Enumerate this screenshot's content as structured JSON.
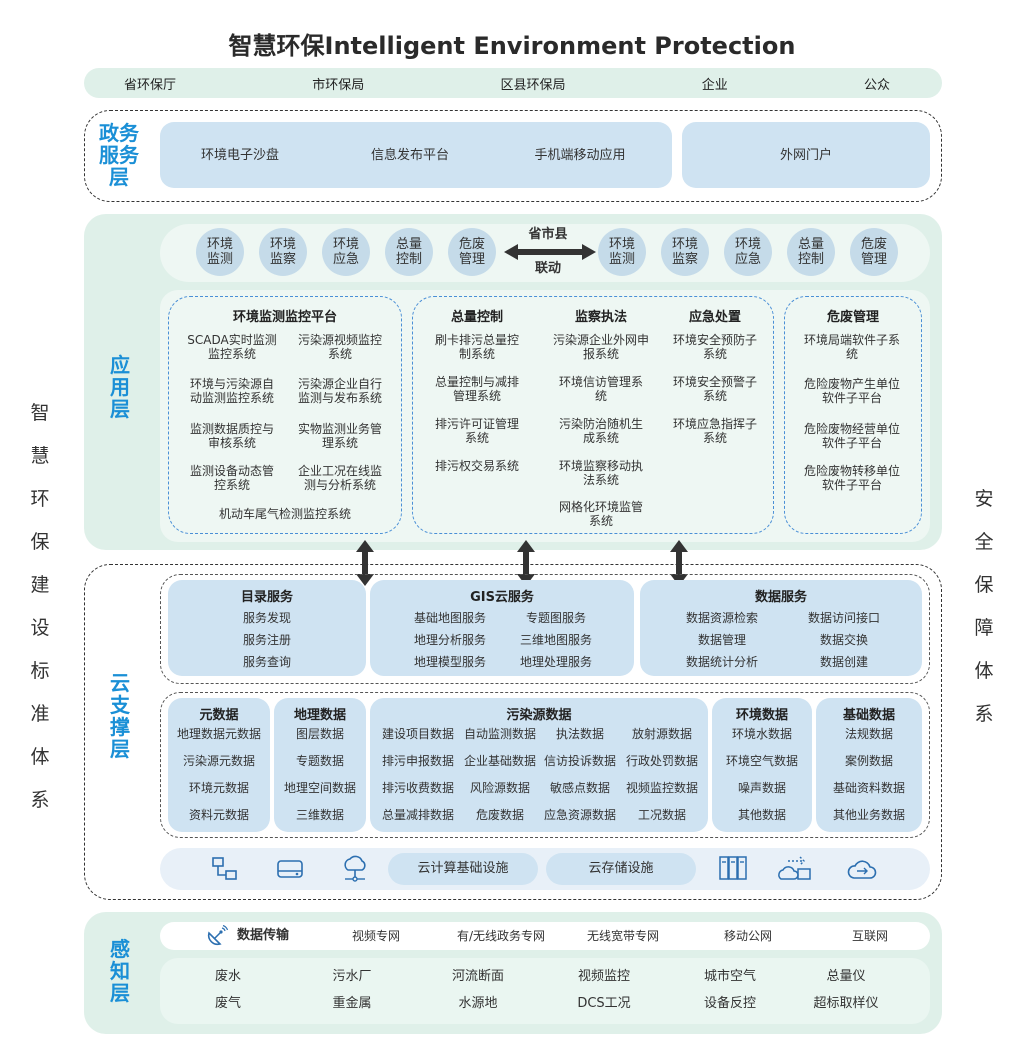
{
  "title": "智慧环保Intelligent Environment Protection",
  "users": [
    "省环保厅",
    "市环保局",
    "区县环保局",
    "企业",
    "公众"
  ],
  "left_side": [
    "智",
    "慧",
    "环",
    "保",
    "建",
    "设",
    "标",
    "准",
    "体",
    "系"
  ],
  "right_side": [
    "安",
    "全",
    "保",
    "障",
    "体",
    "系"
  ],
  "gov_layer": {
    "label": "政务服务层",
    "left_items": [
      "环境电子沙盘",
      "信息发布平台",
      "手机端移动应用"
    ],
    "right_item": "外网门户"
  },
  "app_layer": {
    "label": "应用层",
    "left_circles": [
      "环境监测",
      "环境监察",
      "环境应急",
      "总量控制",
      "危废管理"
    ],
    "right_circles": [
      "环境监测",
      "环境监察",
      "环境应急",
      "总量控制",
      "危废管理"
    ],
    "linkage_top": "省市县",
    "linkage_bottom": "联动",
    "monitor": {
      "title": "环境监测监控平台",
      "items": [
        "SCADA实时监测监控系统",
        "污染源视频监控系统",
        "环境与污染源自动监测监控系统",
        "污染源企业自行监测与发布系统",
        "监测数据质控与审核系统",
        "实物监测业务管理系统",
        "监测设备动态管控系统",
        "企业工况在线监测与分析系统"
      ],
      "last": "机动车尾气检测监控系统"
    },
    "total": {
      "title": "总量控制",
      "items": [
        "刷卡排污总量控制系统",
        "总量控制与减排管理系统",
        "排污许可证管理系统",
        "排污权交易系统"
      ]
    },
    "inspect": {
      "title": "监察执法",
      "items": [
        "污染源企业外网申报系统",
        "环境信访管理系统",
        "污染防治随机生成系统",
        "环境监察移动执法系统",
        "网格化环境监管系统"
      ]
    },
    "emergency": {
      "title": "应急处置",
      "items": [
        "环境安全预防子系统",
        "环境安全预警子系统",
        "环境应急指挥子系统"
      ]
    },
    "hazard": {
      "title": "危废管理",
      "items": [
        "环境局端软件子系统",
        "危险废物产生单位软件子平台",
        "危险废物经营单位软件子平台",
        "危险废物转移单位软件子平台"
      ]
    }
  },
  "cloud_layer": {
    "label": "云支撑层",
    "catalog": {
      "title": "目录服务",
      "items": [
        "服务发现",
        "服务注册",
        "服务查询"
      ]
    },
    "gis": {
      "title": "GIS云服务",
      "items": [
        "基础地图服务",
        "专题图服务",
        "地理分析服务",
        "三维地图服务",
        "地理模型服务",
        "地理处理服务"
      ]
    },
    "data_service": {
      "title": "数据服务",
      "items": [
        "数据资源检索",
        "数据访问接口",
        "数据管理",
        "数据交换",
        "数据统计分析",
        "数据创建"
      ]
    },
    "meta": {
      "title": "元数据",
      "items": [
        "地理数据元数据",
        "污染源元数据",
        "环境元数据",
        "资料元数据"
      ]
    },
    "geo": {
      "title": "地理数据",
      "items": [
        "图层数据",
        "专题数据",
        "地理空间数据",
        "三维数据"
      ]
    },
    "pollution": {
      "title": "污染源数据",
      "items": [
        "建设项目数据",
        "自动监测数据",
        "执法数据",
        "放射源数据",
        "排污申报数据",
        "企业基础数据",
        "信访投诉数据",
        "行政处罚数据",
        "排污收费数据",
        "风险源数据",
        "敏感点数据",
        "视频监控数据",
        "总量减排数据",
        "危废数据",
        "应急资源数据",
        "工况数据"
      ]
    },
    "env": {
      "title": "环境数据",
      "items": [
        "环境水数据",
        "环境空气数据",
        "噪声数据",
        "其他数据"
      ]
    },
    "basic": {
      "title": "基础数据",
      "items": [
        "法规数据",
        "案例数据",
        "基础资料数据",
        "其他业务数据"
      ]
    },
    "infra": {
      "compute": "云计算基础设施",
      "storage": "云存储设施"
    }
  },
  "sense_layer": {
    "label": "感知层",
    "transfer_title": "数据传输",
    "transfer_items": [
      "视频专网",
      "有/无线政务专网",
      "无线宽带专网",
      "移动公网",
      "互联网"
    ],
    "row1": [
      "废水",
      "污水厂",
      "河流断面",
      "视频监控",
      "城市空气",
      "总量仪"
    ],
    "row2": [
      "废气",
      "重金属",
      "水源地",
      "DCS工况",
      "设备反控",
      "超标取样仪"
    ]
  },
  "colors": {
    "accent_blue": "#1a8fd6",
    "box_blue": "#cfe3f2",
    "green_bg": "#dff0e9"
  }
}
